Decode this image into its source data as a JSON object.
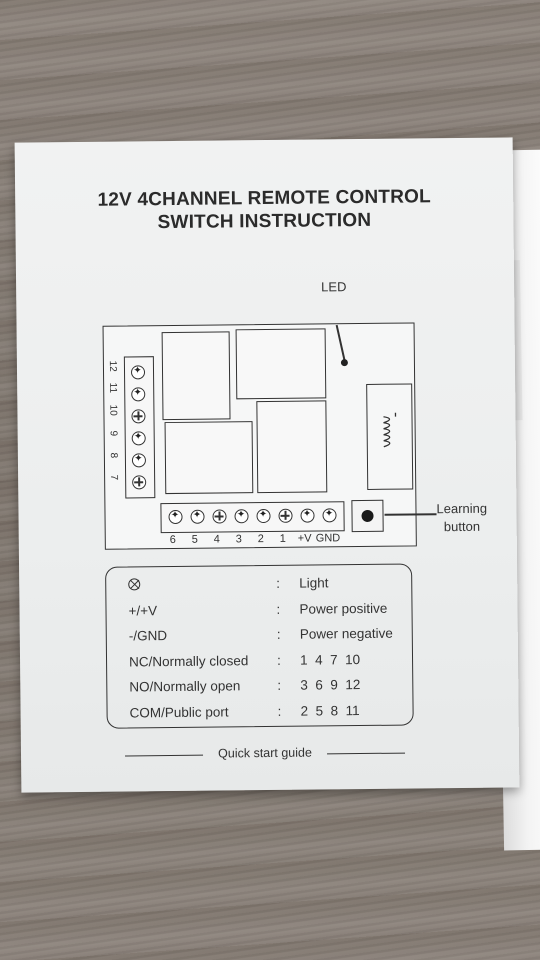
{
  "title": {
    "line1": "12V 4CHANNEL REMOTE CONTROL",
    "line2": "SWITCH INSTRUCTION"
  },
  "diagram": {
    "led_label": "LED",
    "left_terminals": [
      "12",
      "11",
      "10",
      "9",
      "8",
      "7"
    ],
    "left_terminal_icons": [
      "star",
      "star",
      "plus",
      "star",
      "star",
      "plus"
    ],
    "bottom_terminals": [
      "6",
      "5",
      "4",
      "3",
      "2",
      "1",
      "+V",
      "GND"
    ],
    "bottom_terminal_icons": [
      "star",
      "star",
      "plus",
      "star",
      "star",
      "plus",
      "star",
      "star"
    ],
    "learning_button_label_1": "Learning",
    "learning_button_label_2": "button"
  },
  "legend": {
    "rows": [
      {
        "key": "",
        "sep": ":",
        "value": "Light"
      },
      {
        "key": "+/+V",
        "sep": ":",
        "value": "Power positive"
      },
      {
        "key": "-/GND",
        "sep": ":",
        "value": "Power negative"
      },
      {
        "key": "NC/Normally closed",
        "sep": ":",
        "value": "1  4  7  10"
      },
      {
        "key": "NO/Normally open",
        "sep": ":",
        "value": "3  6  9  12"
      },
      {
        "key": "COM/Public port",
        "sep": ":",
        "value": "2  5  8  11"
      }
    ]
  },
  "footer": {
    "text": "Quick start guide"
  }
}
